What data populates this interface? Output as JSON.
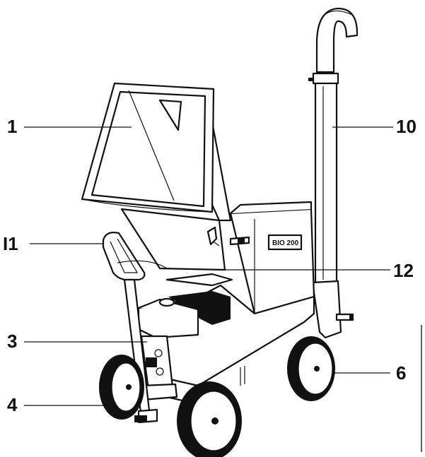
{
  "callouts": [
    {
      "id": "1",
      "label": "1"
    },
    {
      "id": "10",
      "label": "10"
    },
    {
      "id": "11",
      "label": "I1"
    },
    {
      "id": "12",
      "label": "12"
    },
    {
      "id": "3",
      "label": "3"
    },
    {
      "id": "6",
      "label": "6"
    },
    {
      "id": "4",
      "label": "4"
    }
  ],
  "nameplate": {
    "text": "BIO 200"
  },
  "colors": {
    "ink": "#111111",
    "paper": "#ffffff"
  }
}
